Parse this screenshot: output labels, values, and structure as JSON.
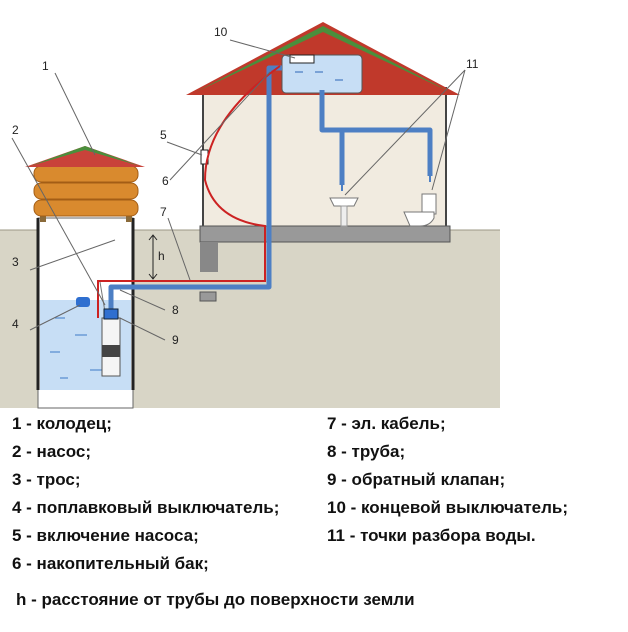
{
  "labels": {
    "n1": "1",
    "n2": "2",
    "n3": "3",
    "n4": "4",
    "n5": "5",
    "n6": "6",
    "n7": "7",
    "n8": "8",
    "n9": "9",
    "n10": "10",
    "n11": "11",
    "h": "h"
  },
  "legend": {
    "left": [
      "1 - колодец;",
      "2 - насос;",
      "3 - трос;",
      "4 - поплавковый выключатель;",
      "5 - включение насоса;",
      "6 - накопительный бак;"
    ],
    "right": [
      "7 - эл. кабель;",
      "8 - труба;",
      "9 - обратный клапан;",
      "10 - концевой выключатель;",
      "11 - точки разбора воды."
    ],
    "note": "h - расстояние от трубы до поверхности земли"
  },
  "colors": {
    "ground": "#d8d5c6",
    "roof": "#bf3a2e",
    "roof_ridge": "#4a8f3c",
    "house_wall": "#f1ebe0",
    "well_roof": "#c47a2a",
    "water": "#c7def5",
    "pipe": "#4d7fc4",
    "cable": "#cc2222"
  }
}
